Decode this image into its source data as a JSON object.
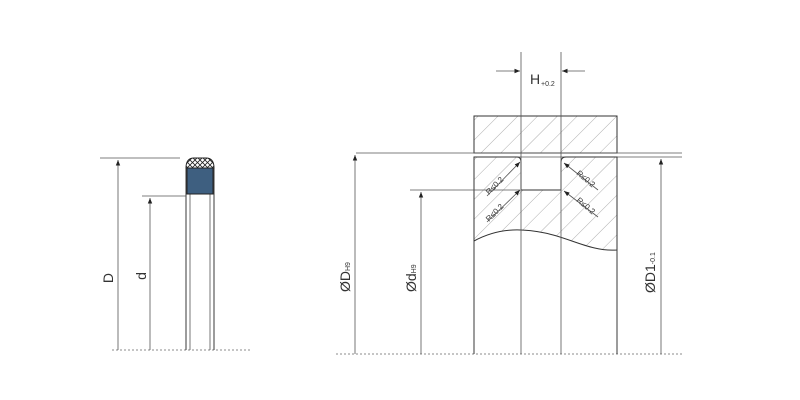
{
  "left_view": {
    "label_D": "D",
    "label_d": "d"
  },
  "right_view": {
    "label_H": "H",
    "label_H_tol": "+0.2",
    "label_DH9_prefix": "ØD",
    "label_DH9_sub": "H9",
    "label_dH9_prefix": "Ød",
    "label_dH9_sub": "H9",
    "label_D1_prefix": "ØD1",
    "label_D1_sub": "-0.1",
    "radius_labels": [
      "R≤0.2",
      "R≤0.2",
      "R≤0.2",
      "R≤0.2"
    ]
  },
  "colors": {
    "seal_fill": "#3e5f80",
    "line": "#3a3a3a"
  }
}
